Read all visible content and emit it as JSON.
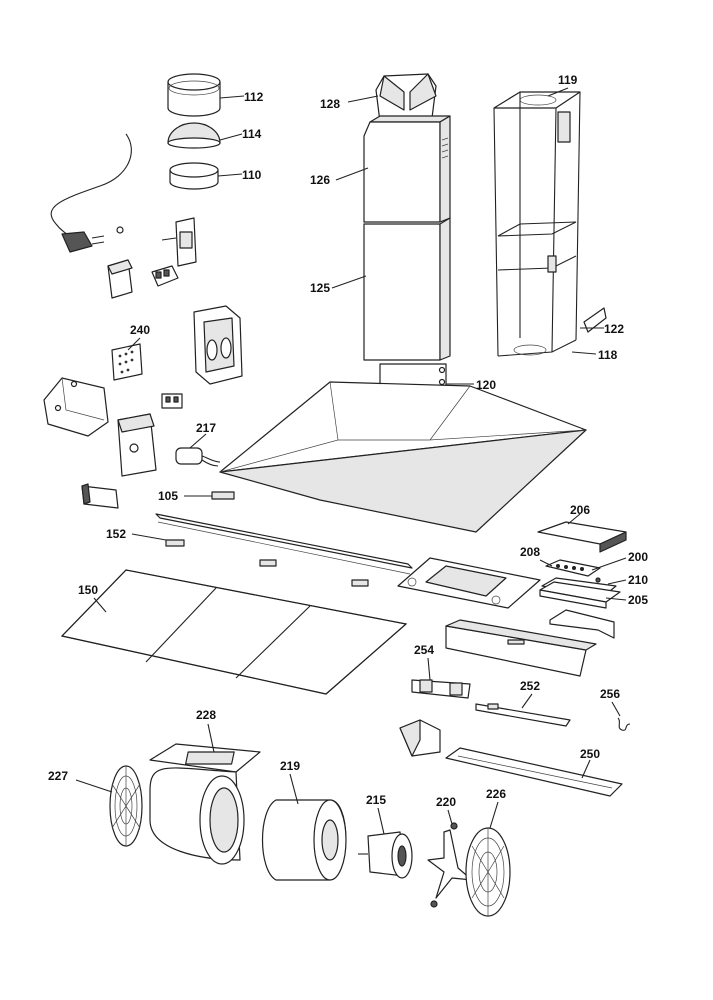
{
  "callouts": [
    {
      "id": "p112",
      "text": "112"
    },
    {
      "id": "p114",
      "text": "114"
    },
    {
      "id": "p110",
      "text": "110"
    },
    {
      "id": "p128",
      "text": "128"
    },
    {
      "id": "p126",
      "text": "126"
    },
    {
      "id": "p125",
      "text": "125"
    },
    {
      "id": "p119",
      "text": "119"
    },
    {
      "id": "p122",
      "text": "122"
    },
    {
      "id": "p118",
      "text": "118"
    },
    {
      "id": "p120",
      "text": "120"
    },
    {
      "id": "p240",
      "text": "240"
    },
    {
      "id": "p217",
      "text": "217"
    },
    {
      "id": "p105",
      "text": "105"
    },
    {
      "id": "p152",
      "text": "152"
    },
    {
      "id": "p150",
      "text": "150"
    },
    {
      "id": "p206",
      "text": "206"
    },
    {
      "id": "p208",
      "text": "208"
    },
    {
      "id": "p200",
      "text": "200"
    },
    {
      "id": "p210",
      "text": "210"
    },
    {
      "id": "p205",
      "text": "205"
    },
    {
      "id": "p254",
      "text": "254"
    },
    {
      "id": "p252",
      "text": "252"
    },
    {
      "id": "p256",
      "text": "256"
    },
    {
      "id": "p250",
      "text": "250"
    },
    {
      "id": "p228",
      "text": "228"
    },
    {
      "id": "p227",
      "text": "227"
    },
    {
      "id": "p219",
      "text": "219"
    },
    {
      "id": "p215",
      "text": "215"
    },
    {
      "id": "p220",
      "text": "220"
    },
    {
      "id": "p226",
      "text": "226"
    }
  ]
}
